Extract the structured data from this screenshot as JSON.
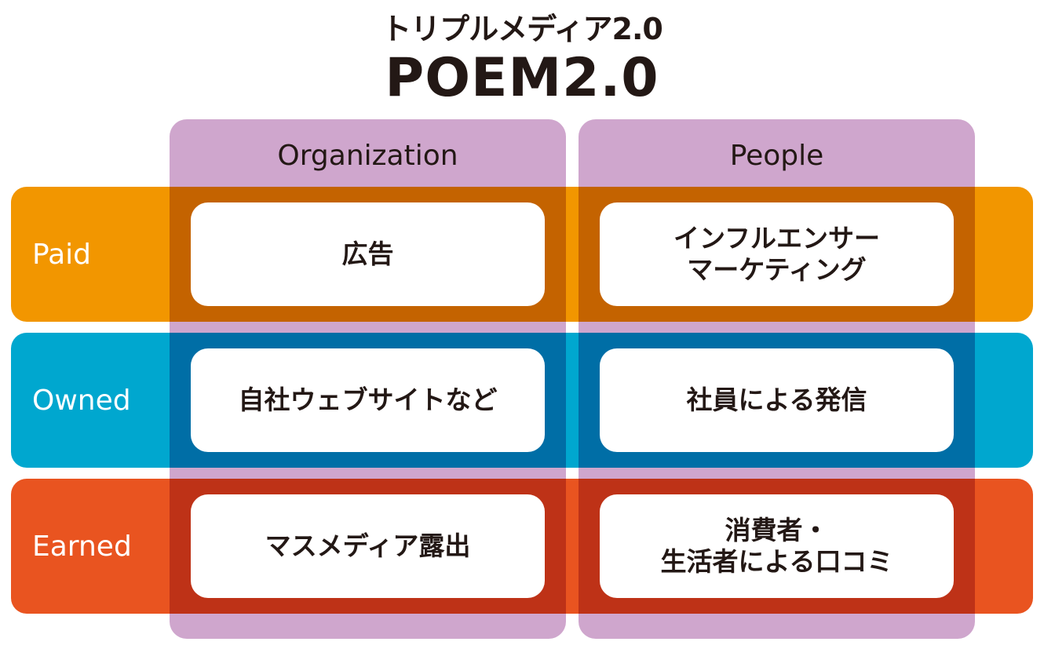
{
  "title": {
    "subtitle": "トリプルメディア2.0",
    "main": "POEM2.0"
  },
  "columns": [
    {
      "label": "Organization"
    },
    {
      "label": "People"
    }
  ],
  "rows": [
    {
      "label": "Paid",
      "cells": [
        [
          "広告"
        ],
        [
          "インフルエンサー",
          "マーケティング"
        ]
      ]
    },
    {
      "label": "Owned",
      "cells": [
        [
          "自社ウェブサイトなど"
        ],
        [
          "社員による発信"
        ]
      ]
    },
    {
      "label": "Earned",
      "cells": [
        [
          "マスメディア露出"
        ],
        [
          "消費者・",
          "生活者による口コミ"
        ]
      ]
    }
  ],
  "colors": {
    "column": "#cfa6cd",
    "paid": "#f29600",
    "paid_overlap": "#c46300",
    "owned": "#00a7cf",
    "owned_overlap": "#006ea6",
    "earned": "#e95420",
    "earned_overlap": "#be3217",
    "text": "#231815"
  }
}
